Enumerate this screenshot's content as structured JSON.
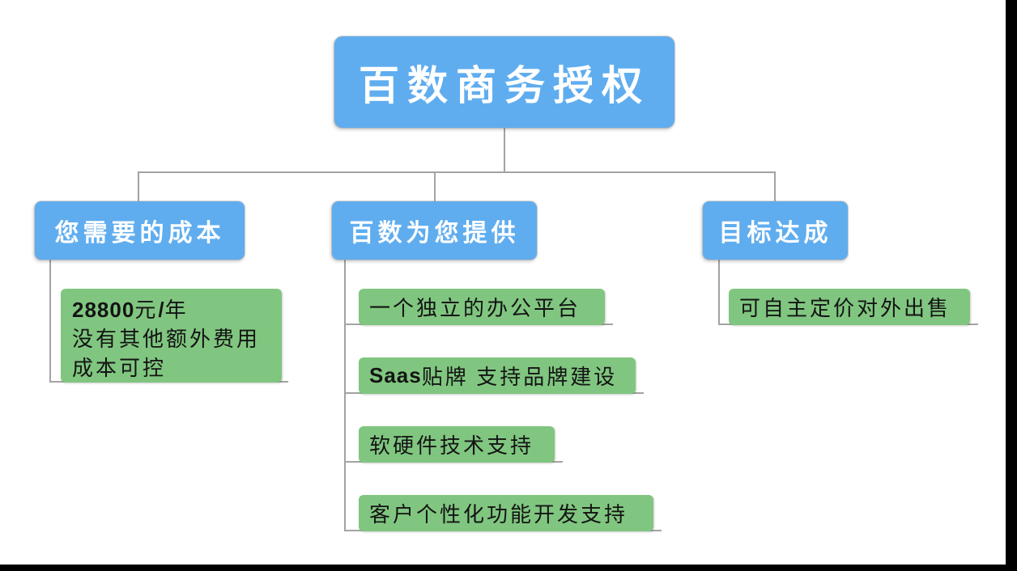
{
  "diagram": {
    "root": {
      "label": "百数商务授权"
    },
    "branches": [
      {
        "label": "您需要的成本",
        "leaf": {
          "line1": {
            "num": "28800",
            "unit1": "元",
            "slash": "/",
            "unit2": "年"
          },
          "line2": "没有其他额外费用",
          "line3": "成本可控"
        }
      },
      {
        "label": "百数为您提供",
        "leaves": [
          {
            "prefix": "",
            "text": "一个独立的办公平台"
          },
          {
            "prefix": "Saas",
            "text": "贴牌 支持品牌建设"
          },
          {
            "prefix": "",
            "text": "软硬件技术支持"
          },
          {
            "prefix": "",
            "text": "客户个性化功能开发支持"
          }
        ]
      },
      {
        "label": "目标达成",
        "leaf": {
          "text": "可自主定价对外出售"
        }
      }
    ],
    "colors": {
      "topic_blue": "#5fadef",
      "leaf_green": "#80c680",
      "connector_gray": "#a3a3a3",
      "frame_black": "#000000",
      "topic_text": "#ffffff",
      "leaf_text": "#141414"
    }
  }
}
